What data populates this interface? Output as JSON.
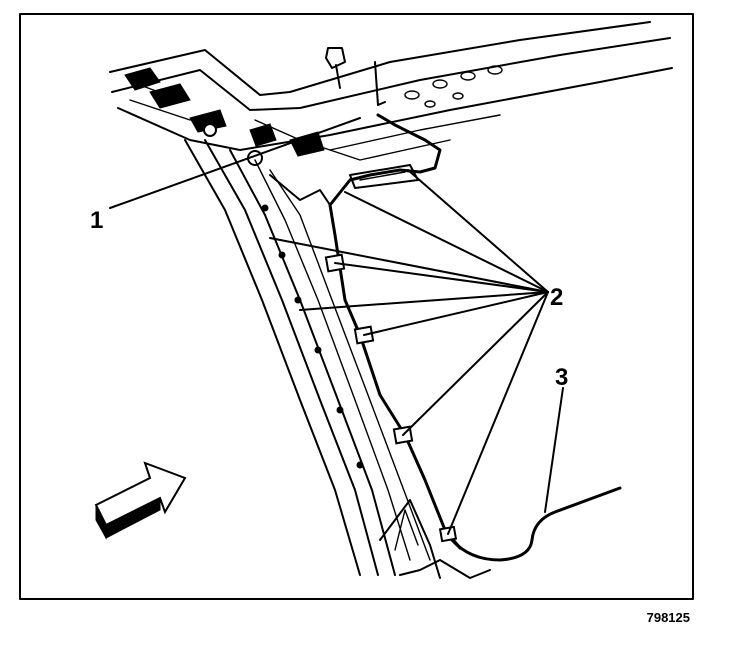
{
  "figure": {
    "callouts": [
      {
        "id": "1",
        "label": "1"
      },
      {
        "id": "2",
        "label": "2"
      },
      {
        "id": "3",
        "label": "3"
      }
    ],
    "figure_number": "798125"
  },
  "icons": {
    "direction_arrow": "forward-arrow-icon"
  },
  "colors": {
    "ink": "#000000",
    "paper": "#ffffff"
  }
}
